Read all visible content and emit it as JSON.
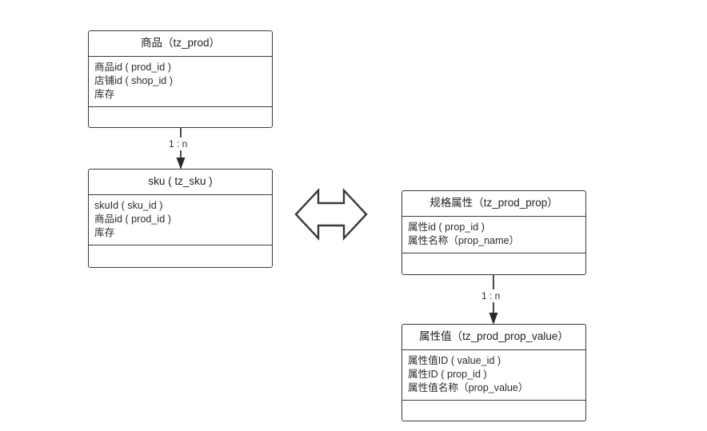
{
  "diagram": {
    "type": "entity-relationship",
    "stroke_color": "#3a3a3a",
    "text_color": "#2b2b2b",
    "background": "#ffffff"
  },
  "entities": [
    {
      "id": "tz_prod",
      "name_cn": "商品",
      "table": "tz_prod",
      "title": "商品（tz_prod）",
      "attributes": [
        "商品id ( prod_id )",
        "店铺id ( shop_id )",
        "库存"
      ],
      "methods": []
    },
    {
      "id": "tz_sku",
      "name_cn": "sku",
      "table": "tz_sku",
      "title": "sku ( tz_sku )",
      "attributes": [
        "skuId ( sku_id )",
        "商品id ( prod_id )",
        "库存"
      ],
      "methods": []
    },
    {
      "id": "tz_prod_prop",
      "name_cn": "规格属性",
      "table": "tz_prod_prop",
      "title": "规格属性（tz_prod_prop）",
      "attributes": [
        "属性id ( prop_id )",
        "属性名称（prop_name）"
      ],
      "methods": []
    },
    {
      "id": "tz_prod_prop_value",
      "name_cn": "属性值",
      "table": "tz_prod_prop_value",
      "title": "属性值（tz_prod_prop_value）",
      "attributes": [
        "属性值ID ( value_id )",
        "属性ID ( prop_id )",
        "属性值名称（prop_value）"
      ],
      "methods": []
    }
  ],
  "relations": [
    {
      "id": "prod-to-sku",
      "from": "tz_prod",
      "to": "tz_sku",
      "label": "1 : n",
      "style": "arrow-down"
    },
    {
      "id": "prop-to-propvalue",
      "from": "tz_prod_prop",
      "to": "tz_prod_prop_value",
      "label": "1 : n",
      "style": "arrow-down"
    },
    {
      "id": "sku-to-prop",
      "from": "tz_sku",
      "to": "tz_prod_prop",
      "label": "",
      "style": "double-headed-hollow-arrow"
    }
  ]
}
